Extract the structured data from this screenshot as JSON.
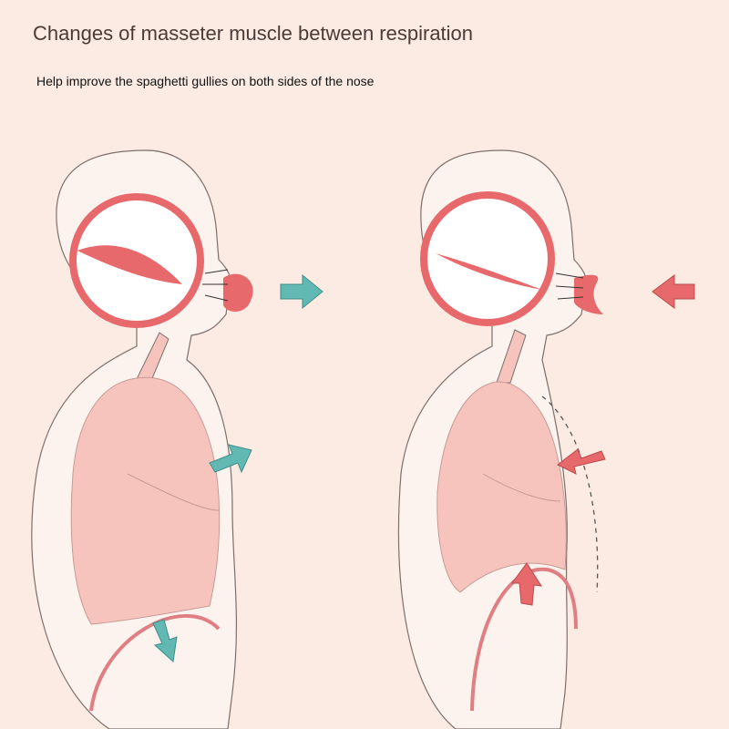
{
  "header": {
    "title": "Changes of masseter muscle between respiration",
    "subtitle": "Help improve the spaghetti gullies on both sides of the nose"
  },
  "colors": {
    "background": "#fcebe3",
    "accent_red": "#e8696b",
    "accent_teal": "#62b8b2",
    "lung": "#f6c4bd",
    "outline": "#8a7a76"
  },
  "figures": [
    {
      "state": "exhale",
      "arrow_color": "teal",
      "arrows": [
        "out-of-nose",
        "chest-outward",
        "diaphragm-down"
      ]
    },
    {
      "state": "inhale",
      "arrow_color": "red",
      "arrows": [
        "into-nose",
        "chest-inward",
        "diaphragm-up"
      ]
    }
  ]
}
